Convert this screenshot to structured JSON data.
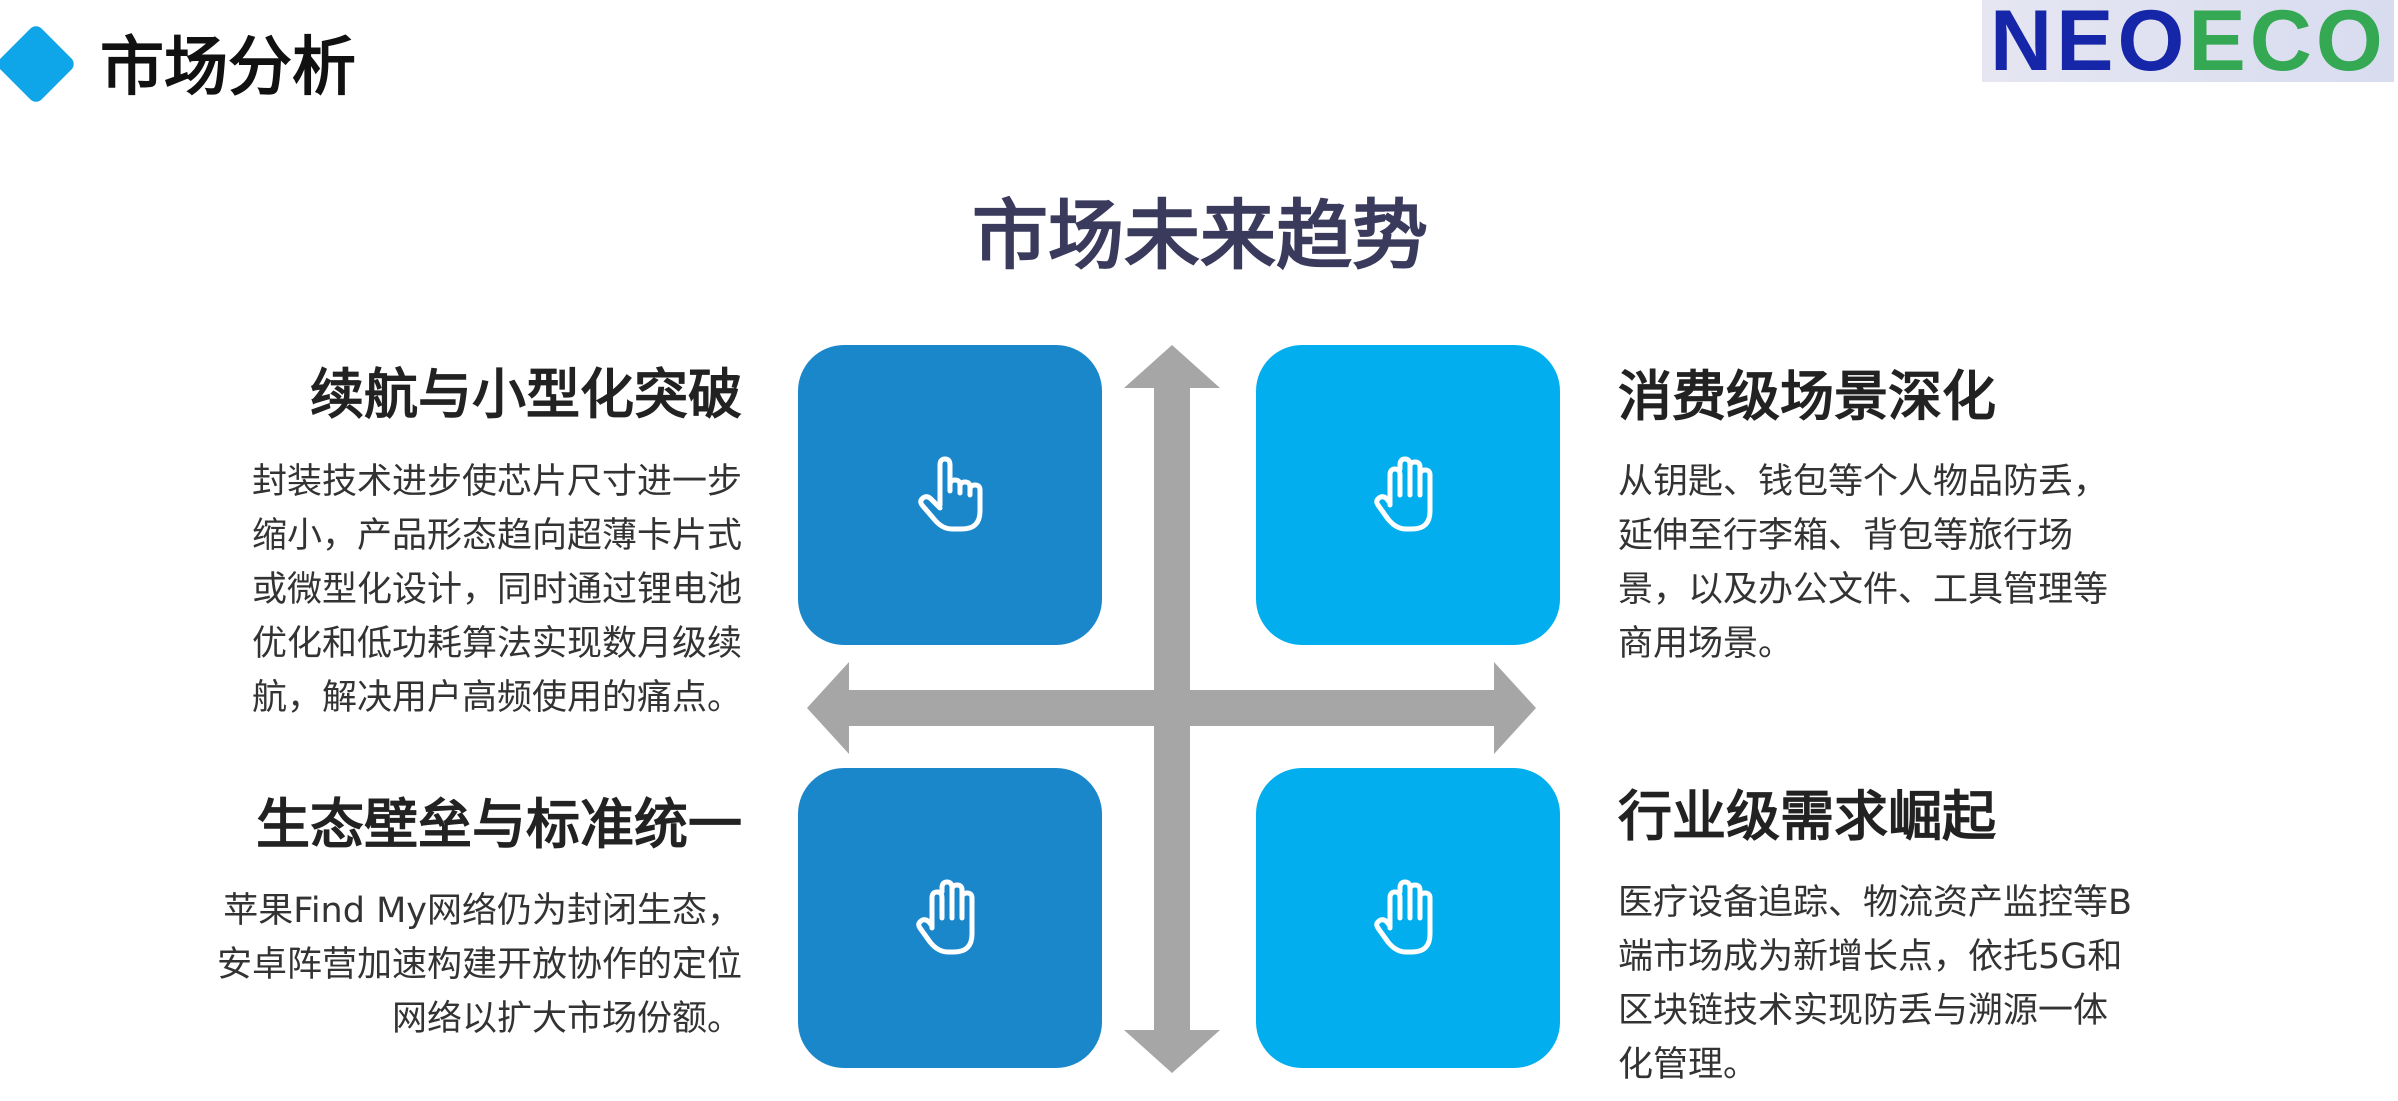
{
  "header": {
    "title": "市场分析",
    "logo": {
      "part1": "NEO",
      "part2": "ECO"
    }
  },
  "main_title": "市场未来趋势",
  "sections": [
    {
      "title": "续航与小型化突破",
      "body": "封装技术进步使芯片尺寸进一步缩小，产品形态趋向超薄卡片式或微型化设计，同时通过锂电池优化和低功耗算法实现数月级续航，解决用户高频使用的痛点。"
    },
    {
      "title": "消费级场景深化",
      "body": "从钥匙、钱包等个人物品防丢，延伸至行李箱、背包等旅行场景，以及办公文件、工具管理等商用场景。"
    },
    {
      "title": "生态壁垒与标准统一",
      "body": "苹果Find My网络仍为封闭生态，安卓阵营加速构建开放协作的定位网络以扩大市场份额。"
    },
    {
      "title": "行业级需求崛起",
      "body": "医疗设备追踪、物流资产监控等B端市场成为新增长点，依托5G和区块链技术实现防丢与溯源一体化管理。"
    }
  ],
  "icons": {
    "tile_top_left": "pointing-hand-icon",
    "tile_top_right": "hand-icon",
    "tile_bottom_left": "hand-icon",
    "tile_bottom_right": "hand-icon"
  },
  "colors": {
    "accent": "#0ea5e9",
    "tile_dark": "#1b87cb",
    "tile_light": "#03aeee",
    "arrow": "#a6a6a6",
    "main_title": "#3a3a5c"
  }
}
